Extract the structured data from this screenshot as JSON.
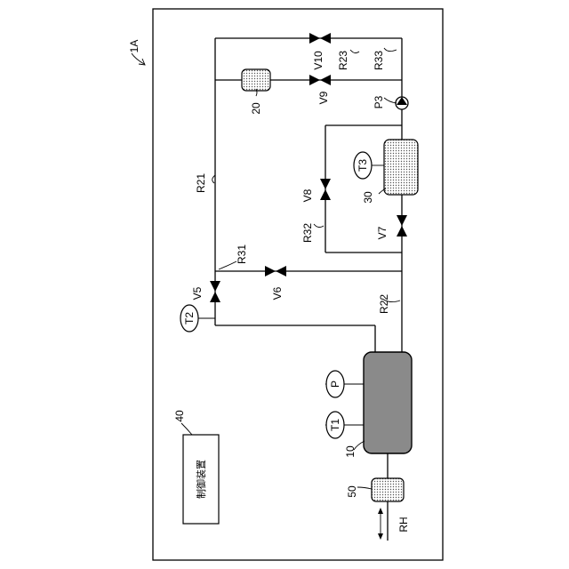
{
  "figure_label": "1A",
  "components": {
    "tank": "10",
    "unit20": "20",
    "unit30": "30",
    "controller": "40",
    "unit50": "50"
  },
  "controller_text": "制御装置",
  "lines": [
    "R21",
    "R22",
    "R23",
    "R31",
    "R32",
    "R33"
  ],
  "valves": [
    "V5",
    "V6",
    "V7",
    "V8",
    "V9",
    "V10"
  ],
  "pump": "P3",
  "sensors": {
    "t1": "T1",
    "t2": "T2",
    "t3": "T3",
    "p": "P"
  },
  "rh": "RH"
}
